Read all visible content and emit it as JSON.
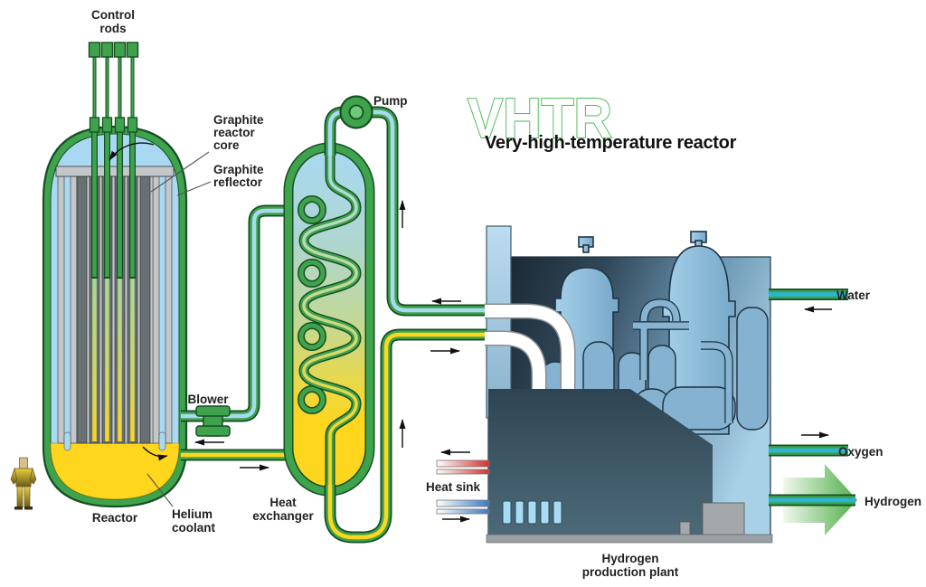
{
  "title": {
    "acronym": "VHTR",
    "full": "Very-high-temperature reactor"
  },
  "labels": {
    "control_rods": {
      "line1": "Control",
      "line2": "rods"
    },
    "graphite_core": {
      "line1": "Graphite",
      "line2": "reactor",
      "line3": "core"
    },
    "graphite_reflector": {
      "line1": "Graphite",
      "line2": "reflector"
    },
    "pump": "Pump",
    "blower": "Blower",
    "reactor": "Reactor",
    "helium_coolant": {
      "line1": "Helium",
      "line2": "coolant"
    },
    "heat_exchanger": {
      "line1": "Heat",
      "line2": "exchanger"
    },
    "heat_sink": "Heat sink",
    "hydrogen_plant": {
      "line1": "Hydrogen",
      "line2": "production plant"
    },
    "water": "Water",
    "oxygen": "Oxygen",
    "hydrogen": "Hydrogen"
  },
  "legend": {
    "flow_arrows": "black arrows show coolant / fluid flow direction",
    "hot_helium_color": "#ffd61e",
    "cool_helium_color": "#a9d9f2",
    "vessel_green": "#3fa34d",
    "hydrogen_arrow_green": "#50b048",
    "heat_sink_hot_color": "#d03030",
    "heat_sink_cold_color": "#3a78c0",
    "plant_dark": "#17242e",
    "plant_light": "#a8d0e6"
  }
}
